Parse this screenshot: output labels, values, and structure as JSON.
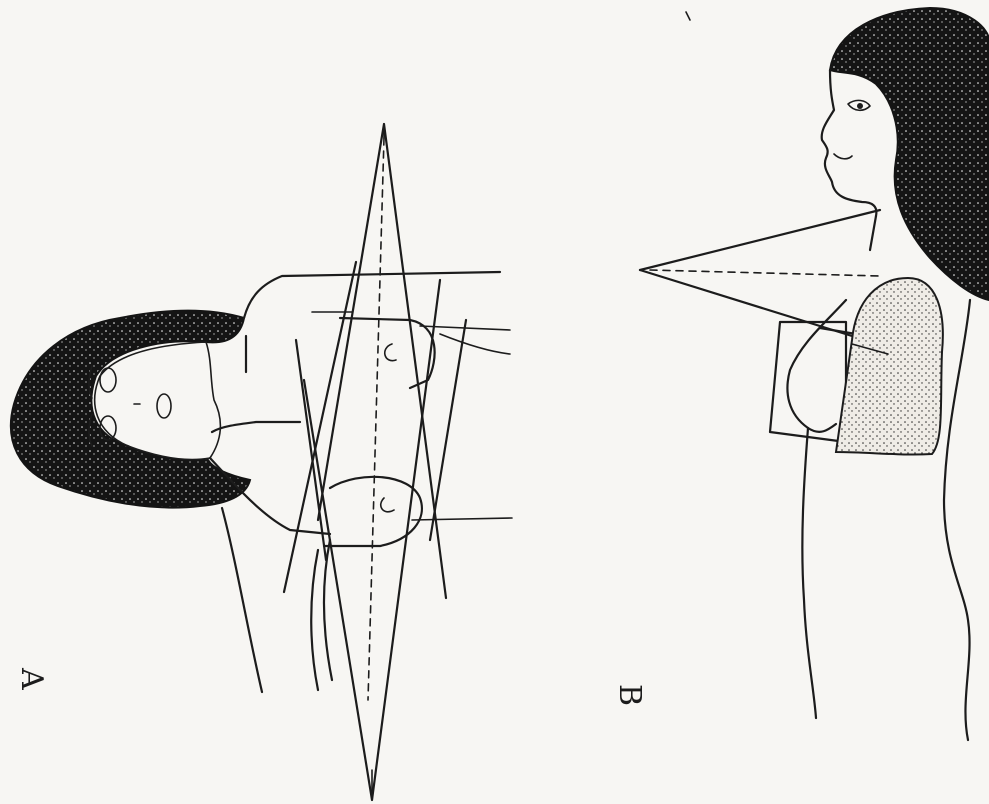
{
  "panels": [
    {
      "id": "A",
      "label": "A"
    },
    {
      "id": "B",
      "label": "B"
    }
  ],
  "colors": {
    "background": "#f7f6f3",
    "ink": "#1c1c1c",
    "hair": "#141414",
    "stipple": "#e6e3dc"
  },
  "icons": {
    "hair": "hair-mass",
    "stipple": "stippled-region"
  }
}
